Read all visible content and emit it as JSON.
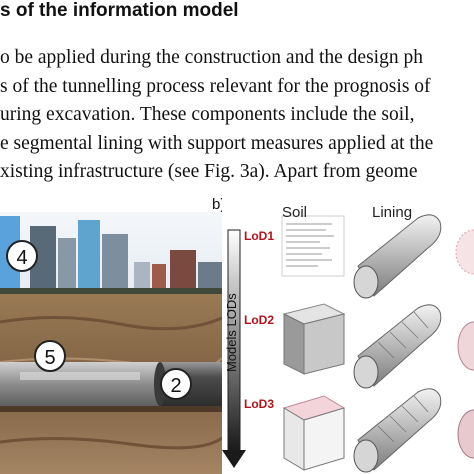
{
  "heading": "s of the information model",
  "body_lines": [
    "o be applied during the construction and the design ph",
    "s of the tunnelling process relevant for the prognosis of",
    "uring excavation.  These components include the soil,",
    "e segmental lining with support measures applied at the",
    "xisting infrastructure (see Fig. 3a).  Apart from geome"
  ],
  "figure": {
    "panel_b_label": "b)",
    "col_soil": "Soil",
    "col_lining": "Lining",
    "axis_label": "Models LODs",
    "lods": [
      "LoD1",
      "LoD2",
      "LoD3"
    ],
    "markers": [
      "4",
      "5",
      "2"
    ]
  },
  "colors": {
    "lod_red": "#b3121b",
    "sky": "#6fb3e8",
    "soil": "#8a6a48",
    "tunnel": "#5a5a5a"
  }
}
